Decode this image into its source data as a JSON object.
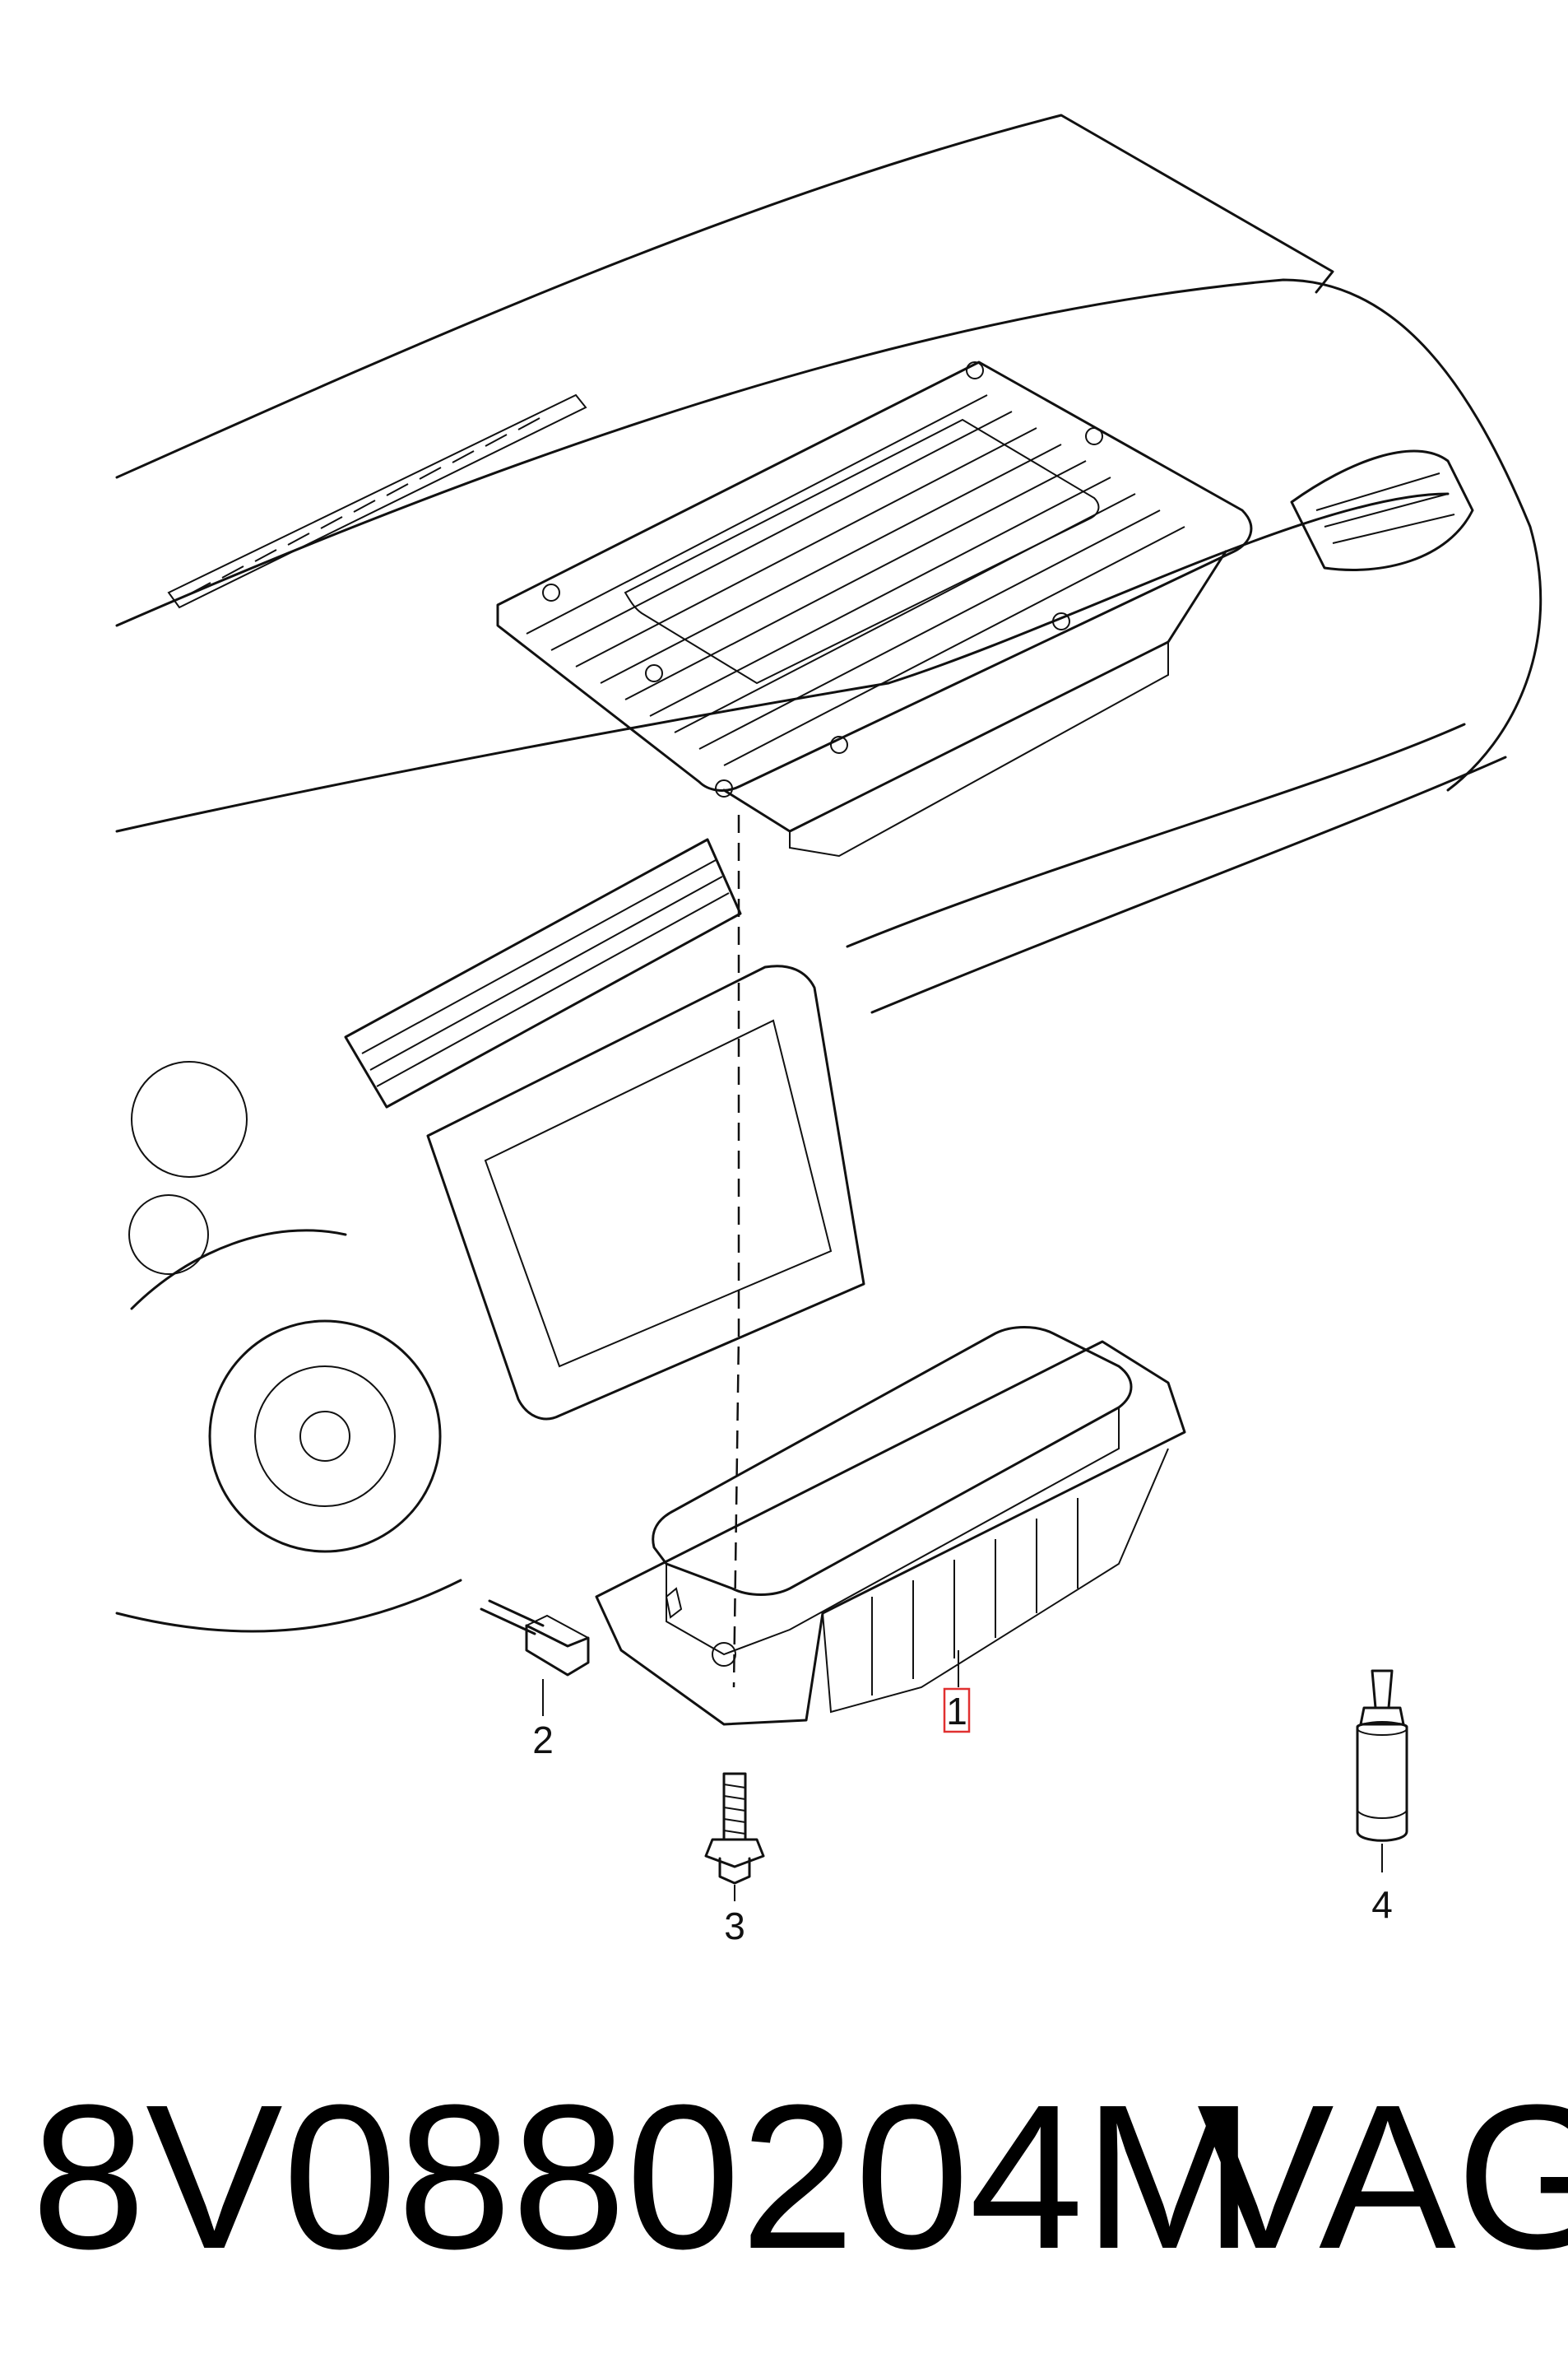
{
  "diagram": {
    "callouts": [
      {
        "id": "1",
        "label": "1",
        "highlighted": true
      },
      {
        "id": "2",
        "label": "2"
      },
      {
        "id": "3",
        "label": "3"
      },
      {
        "id": "4",
        "label": "4"
      }
    ],
    "highlight_color": "#e03030"
  },
  "footer": {
    "part_number": "8V0880204M",
    "brand": "VAG"
  }
}
